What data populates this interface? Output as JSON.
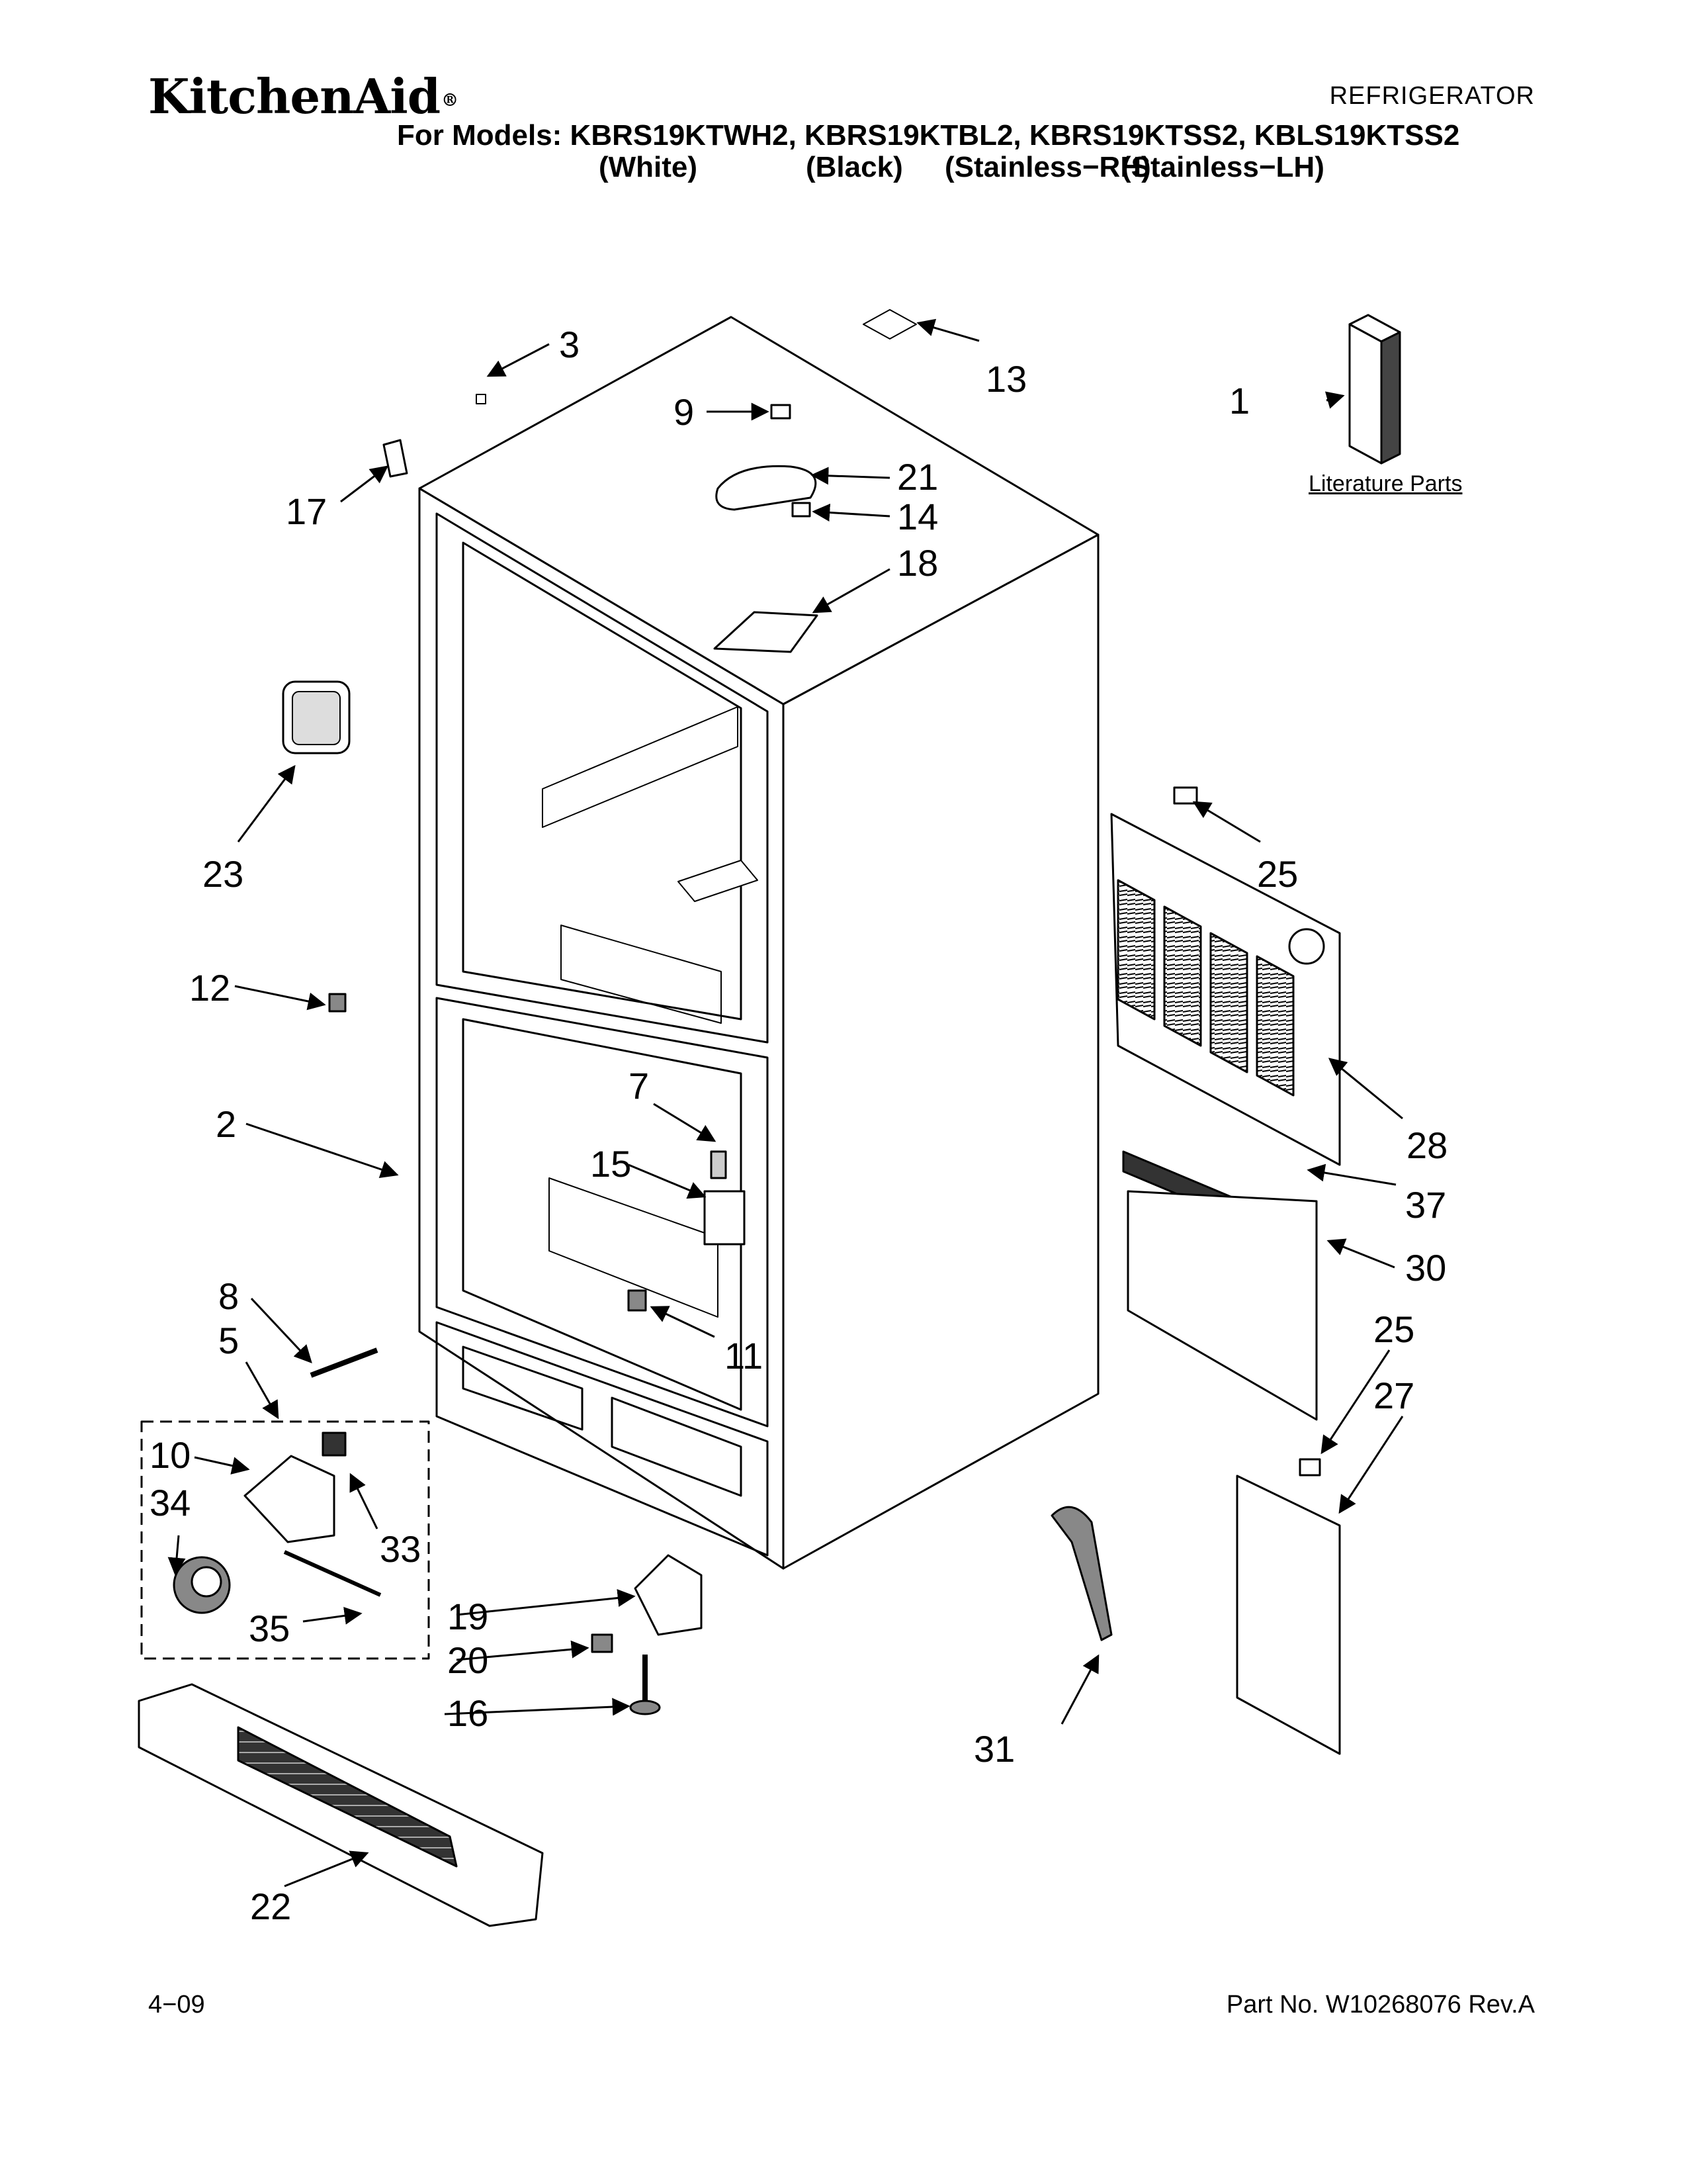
{
  "header": {
    "brand": "KitchenAid",
    "brand_mark": "®",
    "category": "REFRIGERATOR",
    "models_line": "For Models: KBRS19KTWH2, KBRS19KTBL2, KBRS19KTSS2, KBLS19KTSS2",
    "variants": [
      "(White)",
      "(Black)",
      "(Stainless−RH)",
      "(Stainless−LH)"
    ]
  },
  "literature_label": "Literature Parts",
  "callouts": [
    "1",
    "2",
    "3",
    "5",
    "7",
    "8",
    "9",
    "10",
    "11",
    "12",
    "13",
    "14",
    "15",
    "16",
    "17",
    "18",
    "19",
    "20",
    "21",
    "22",
    "23",
    "25",
    "25",
    "27",
    "28",
    "30",
    "31",
    "33",
    "34",
    "35",
    "37"
  ],
  "footer": {
    "date": "4−09",
    "part_number": "Part No. W10268076 Rev.A"
  }
}
